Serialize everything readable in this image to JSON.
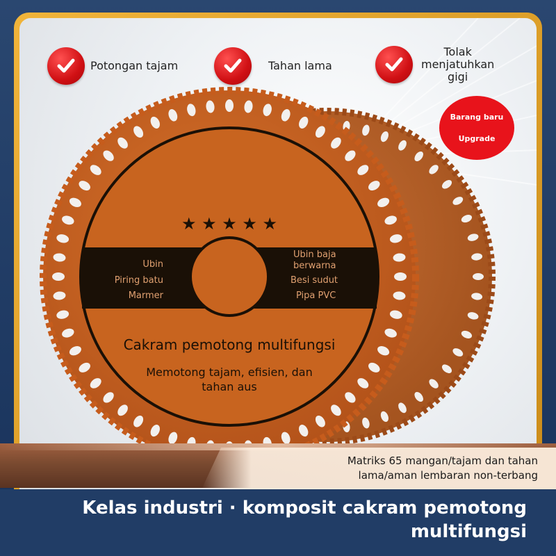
{
  "features": [
    {
      "label": "Potongan tajam",
      "icon": "checkmark-icon"
    },
    {
      "label": "Tahan lama",
      "icon": "checkmark-icon"
    },
    {
      "label": "Tolak menjatuhkan gigi",
      "line1": "Tolak",
      "line2": "menjatuhkan",
      "line3": "gigi",
      "icon": "checkmark-icon"
    }
  ],
  "badge": {
    "line1": "Barang baru",
    "line2": "Upgrade",
    "color": "#e8131b"
  },
  "blade": {
    "stars": "★ ★ ★ ★ ★",
    "left_uses": [
      "Ubin",
      "Piring batu",
      "Marmer"
    ],
    "right_uses": [
      "Ubin baja",
      "berwarna",
      "Besi sudut",
      "Pipa PVC"
    ],
    "title": "Cakram pemotong multifungsi",
    "subtitle_line1": "Memotong tajam, efisien, dan",
    "subtitle_line2": "tahan aus",
    "color": "#c8601e"
  },
  "info": {
    "line1": "Matriks 65 mangan/tajam dan tahan",
    "line2": "lama/aman lembaran non-terbang"
  },
  "headline": {
    "line1": "Kelas industri · komposit cakram pemotong",
    "line2": "multifungsi"
  },
  "colors": {
    "accent_red": "#d01014",
    "frame_gold": "#e2a22a",
    "navy": "#213d66"
  }
}
